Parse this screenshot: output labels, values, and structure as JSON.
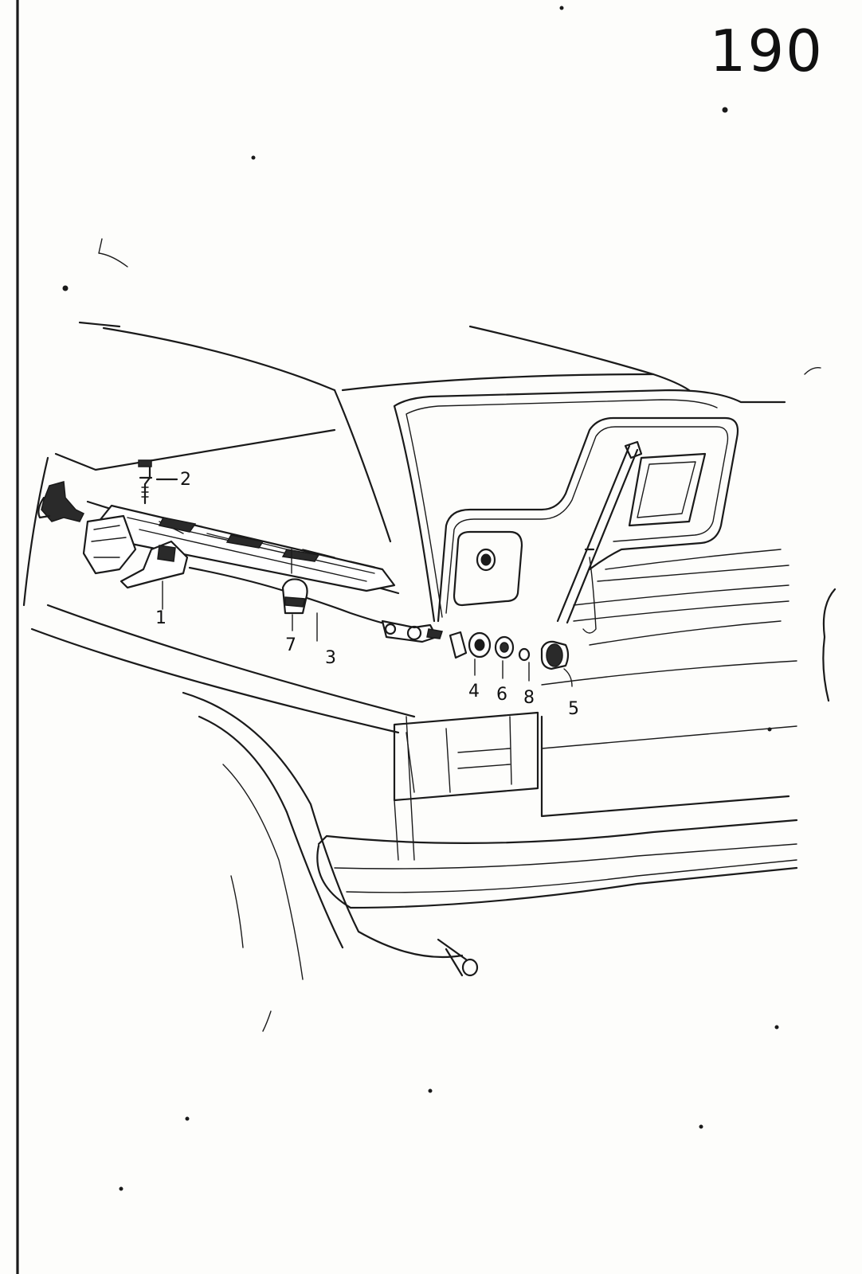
{
  "page": {
    "number": "190"
  },
  "callouts": [
    {
      "id": "1",
      "label": "1"
    },
    {
      "id": "2",
      "label": "2"
    },
    {
      "id": "3",
      "label": "3"
    },
    {
      "id": "4",
      "label": "4"
    },
    {
      "id": "5",
      "label": "5"
    },
    {
      "id": "6",
      "label": "6"
    },
    {
      "id": "7",
      "label": "7"
    },
    {
      "id": "8",
      "label": "8"
    }
  ],
  "colors": {
    "ink": "#1a1a1a",
    "paper": "#fdfdfb"
  }
}
